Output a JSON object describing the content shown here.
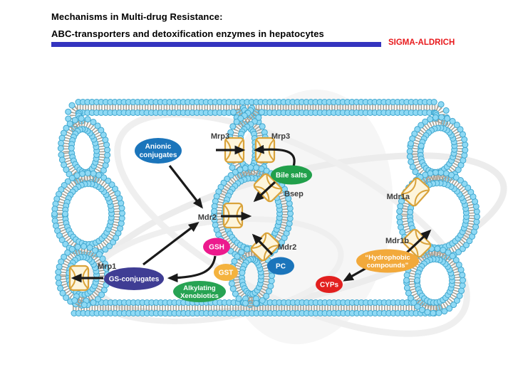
{
  "header": {
    "title_line1": "Mechanisms in Multi-drug Resistance:",
    "title_line2": "ABC-transporters and detoxification enzymes in hepatocytes",
    "brand": "SIGMA-ALDRICH"
  },
  "colors": {
    "title_bar": "#3434bf",
    "brand_red": "#e8191c",
    "membrane_bead": "#8fd9f4",
    "membrane_bead_outline": "#41a8d0",
    "membrane_tails": "#a8a194",
    "transporter_fill": "#fdf5dc",
    "transporter_outline": "#d9a33b",
    "arrow": "#1a1a1a",
    "protein_label_text": "#3c3c3c"
  },
  "diagram": {
    "protein_labels": [
      {
        "id": "mrp3-left",
        "text": "Mrp3"
      },
      {
        "id": "mrp3-right",
        "text": "Mrp3"
      },
      {
        "id": "bsep",
        "text": "Bsep"
      },
      {
        "id": "mdr2-mid",
        "text": "Mdr2"
      },
      {
        "id": "mdr2-lower",
        "text": "Mdr2"
      },
      {
        "id": "mrp1",
        "text": "Mrp1"
      },
      {
        "id": "mdr1a",
        "text": "Mdr1a"
      },
      {
        "id": "mdr1b",
        "text": "Mdr1b"
      }
    ],
    "substrates": [
      {
        "id": "anionic-conjugates",
        "lines": [
          "Anionic",
          "conjugates"
        ],
        "fill": "#1b75bb"
      },
      {
        "id": "bile-salts",
        "lines": [
          "Bile salts"
        ],
        "fill": "#21a04b"
      },
      {
        "id": "gsh",
        "lines": [
          "GSH"
        ],
        "fill": "#ec1a8d"
      },
      {
        "id": "gst",
        "lines": [
          "GST"
        ],
        "fill": "#f4b33f"
      },
      {
        "id": "pc",
        "lines": [
          "PC"
        ],
        "fill": "#1b75bb"
      },
      {
        "id": "gs-conjugates",
        "lines": [
          "GS-conjugates"
        ],
        "fill": "#3f3d94"
      },
      {
        "id": "alkylating-xenobiotics",
        "lines": [
          "Alkylating",
          "Xenobiotics"
        ],
        "fill": "#27a353"
      },
      {
        "id": "cyps",
        "lines": [
          "CYPs"
        ],
        "fill": "#e2201f"
      },
      {
        "id": "hydrophobic-compounds",
        "lines": [
          "“Hydrophobic",
          "compounds”"
        ],
        "fill": "#f2a93b"
      }
    ]
  }
}
